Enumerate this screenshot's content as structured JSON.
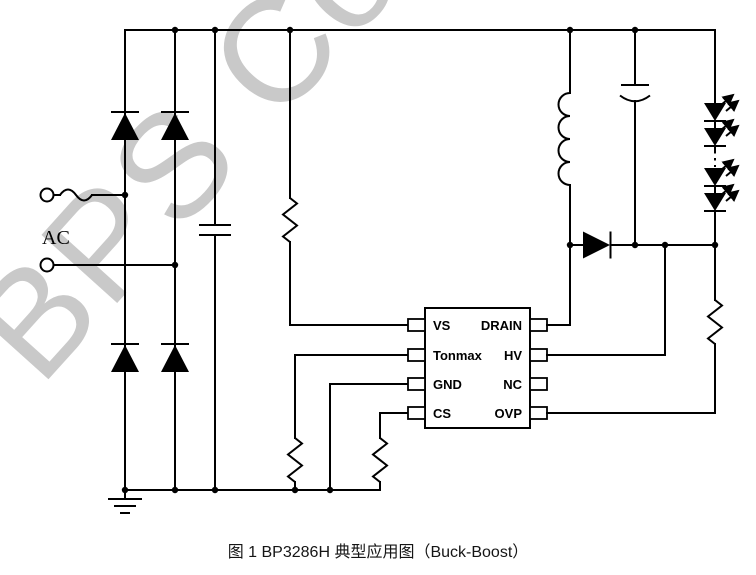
{
  "watermark": "BPS Con",
  "ac_label": "AC",
  "caption": "图 1 BP3286H 典型应用图（Buck-Boost）",
  "ic": {
    "left_pins": [
      "VS",
      "Tonmax",
      "GND",
      "CS"
    ],
    "right_pins": [
      "DRAIN",
      "HV",
      "NC",
      "OVP"
    ]
  },
  "colors": {
    "wire": "#000000",
    "watermark": "#c9c9c9",
    "background": "#ffffff"
  }
}
